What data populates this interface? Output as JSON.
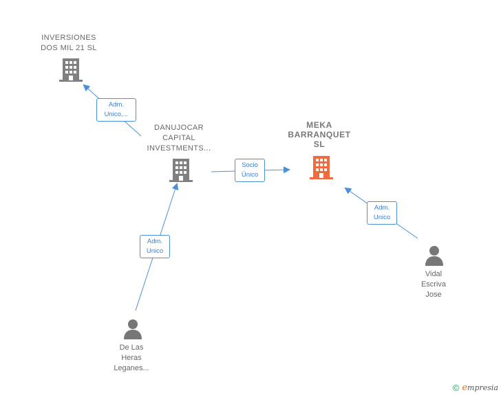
{
  "colors": {
    "edge": "#4a90d9",
    "company": "#808080",
    "focus_company": "#f26a3d",
    "person": "#777777"
  },
  "nodes": {
    "inversiones": {
      "lines": [
        "INVERSIONES",
        "DOS MIL 21  SL"
      ],
      "icon": "building-icon"
    },
    "danujocar": {
      "lines": [
        "DANUJOCAR",
        "CAPITAL",
        "INVESTMENTS..."
      ],
      "icon": "building-icon"
    },
    "meka": {
      "lines": [
        "MEKA",
        "BARRANQUET",
        "SL"
      ],
      "icon": "building-icon"
    },
    "vidal": {
      "lines": [
        "Vidal",
        "Escriva",
        "Jose"
      ],
      "icon": "person-icon"
    },
    "delasheras": {
      "lines": [
        "De Las",
        "Heras",
        "Leganes..."
      ],
      "icon": "person-icon"
    }
  },
  "edges": {
    "danujocar_inversiones": [
      "Adm.",
      "Unico,..."
    ],
    "danujocar_meka": [
      "Socio",
      "Único"
    ],
    "vidal_meka": [
      "Adm.",
      "Unico"
    ],
    "delasheras_danujocar": [
      "Adm.",
      "Unico"
    ]
  },
  "footer": {
    "copyright": "©",
    "brand_initial": "e",
    "brand_rest": "mpresia"
  }
}
